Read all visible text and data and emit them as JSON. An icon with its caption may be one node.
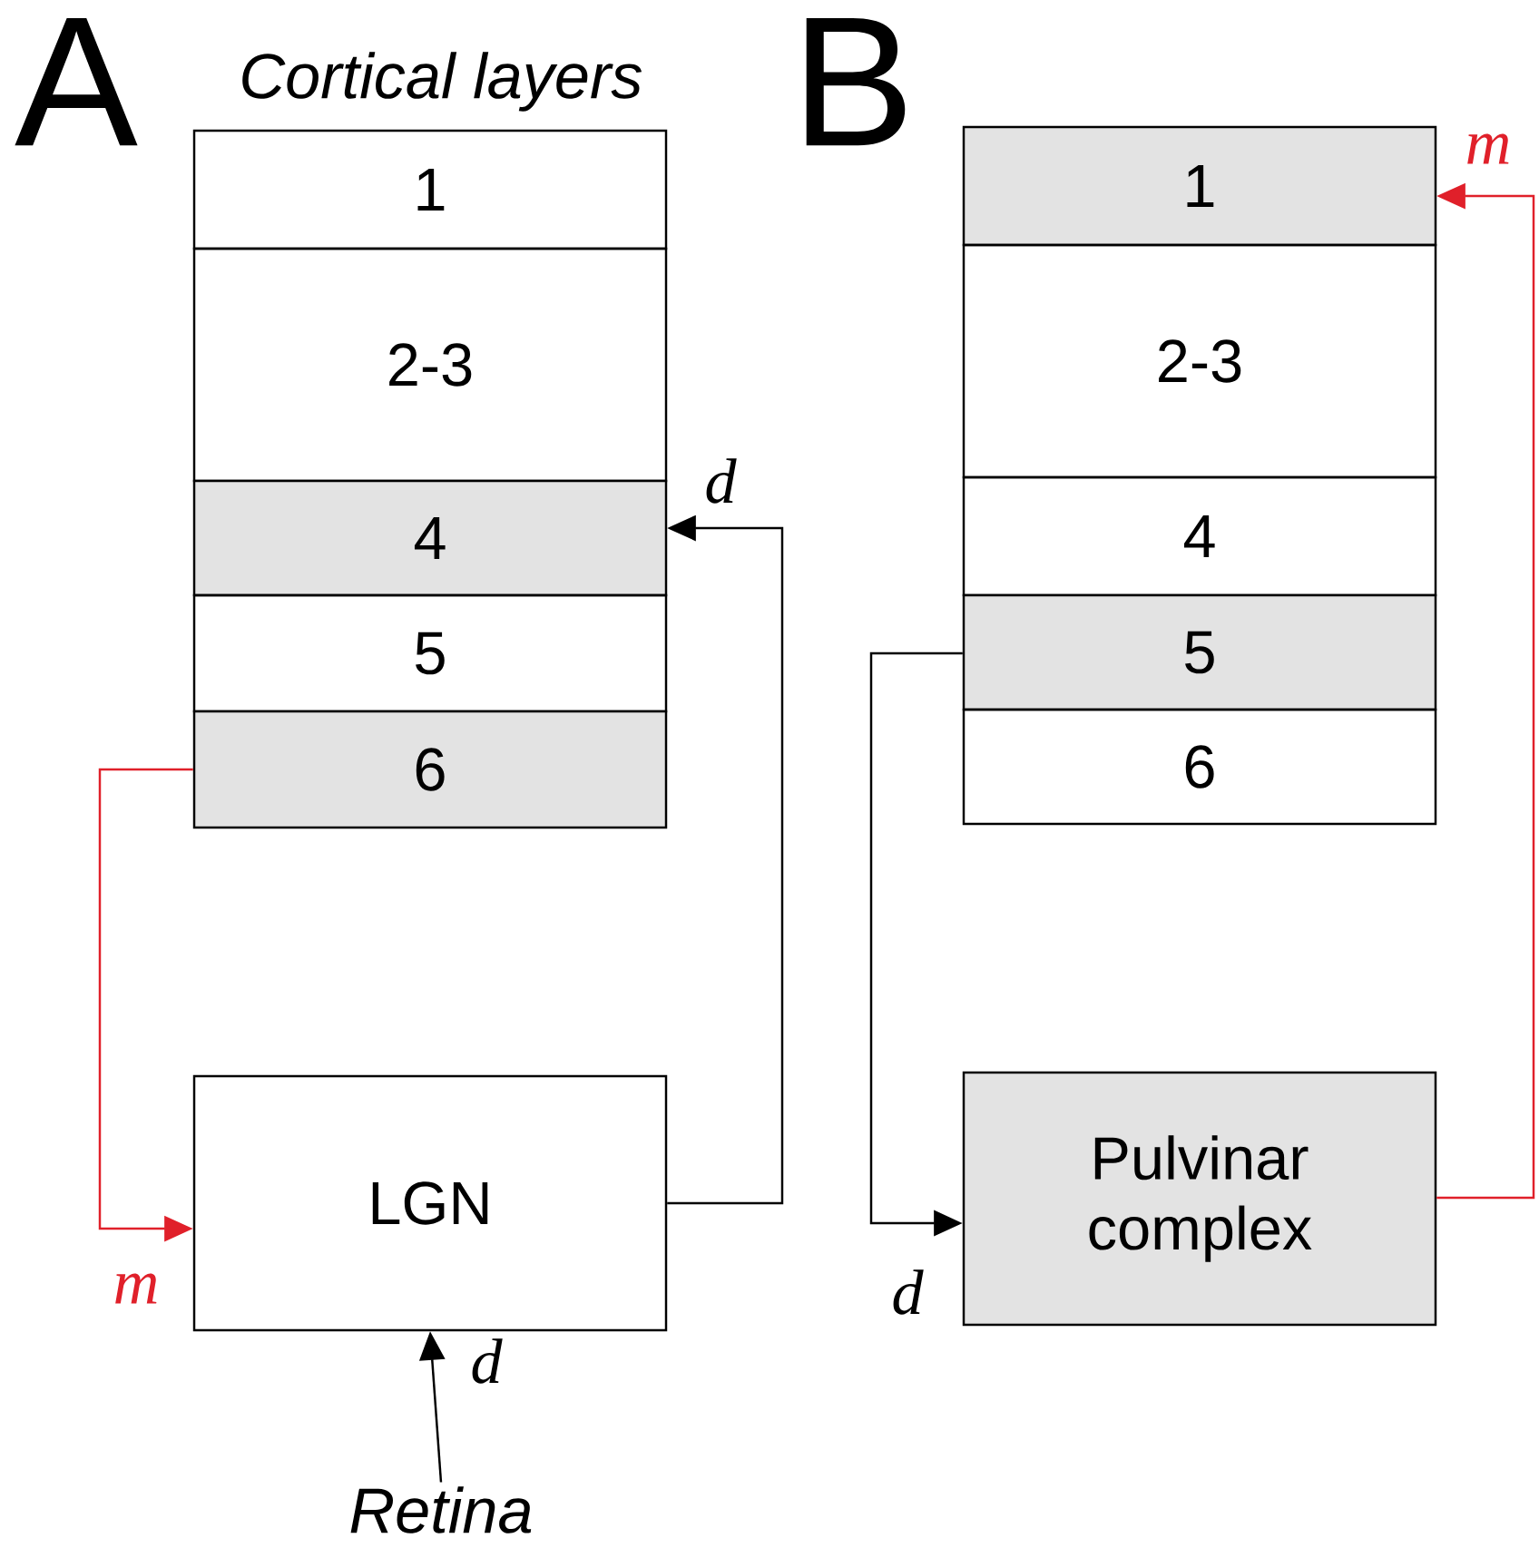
{
  "diagram": {
    "nodes": [
      {
        "text": [
          "1"
        ]
      },
      {
        "text": [
          "2-3"
        ]
      },
      {
        "text": [
          "4"
        ]
      },
      {
        "text": [
          "5"
        ]
      },
      {
        "text": [
          "6"
        ]
      },
      {
        "text": [
          "LGN"
        ]
      },
      {
        "text": [
          "Retina"
        ]
      },
      {
        "text": [
          "1"
        ]
      },
      {
        "text": [
          "2-3"
        ]
      },
      {
        "text": [
          "4"
        ]
      },
      {
        "text": [
          "5"
        ]
      },
      {
        "text": [
          "6"
        ]
      },
      {
        "text": [
          "Pulvinar complex"
        ]
      }
    ],
    "edges": [
      {
        "from": 4,
        "to": 5,
        "arrow": "to",
        "label": "m",
        "color": "#e0202a"
      },
      {
        "from": 5,
        "to": 2,
        "arrow": "to",
        "label": "d"
      },
      {
        "from": 6,
        "to": 5,
        "arrow": "to",
        "label": "d"
      },
      {
        "from": 10,
        "to": 12,
        "arrow": "to",
        "label": "d"
      },
      {
        "from": 12,
        "to": 7,
        "arrow": "to",
        "label": "m",
        "color": "#e0202a"
      }
    ],
    "labels": [
      "A",
      "Cortical layers",
      "B"
    ]
  }
}
